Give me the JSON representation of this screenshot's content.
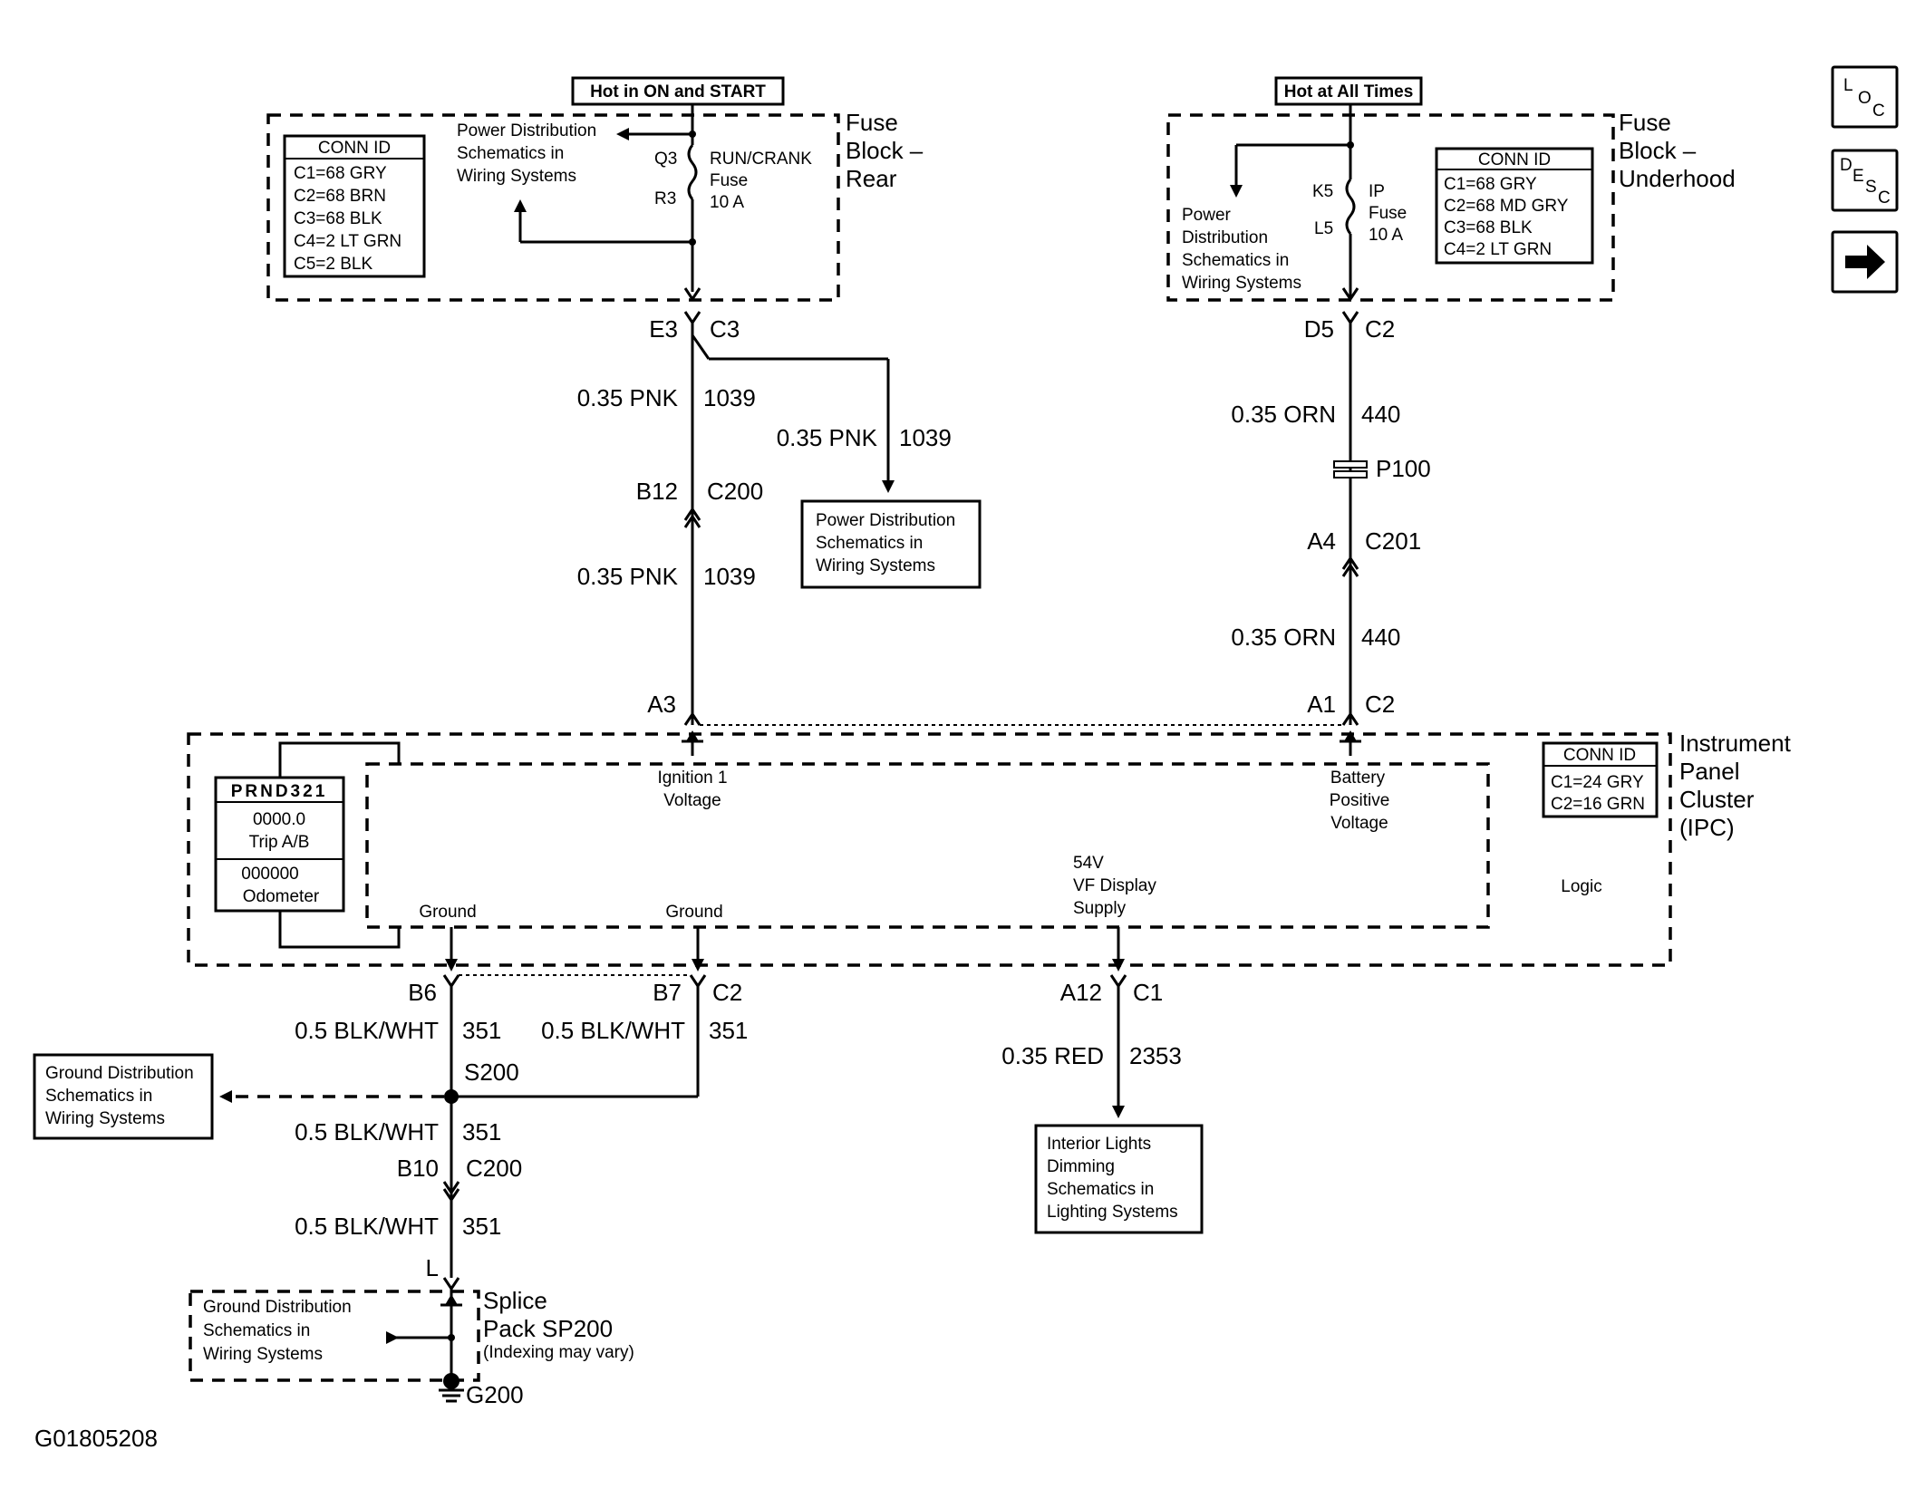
{
  "fuse_block_rear": {
    "hot_label": "Hot in ON and START",
    "title_lines": [
      "Fuse",
      "Block –",
      "Rear"
    ],
    "conn_id": {
      "title": "CONN ID",
      "rows": [
        "C1=68 GRY",
        "C2=68 BRN",
        "C3=68 BLK",
        "C4=2 LT GRN",
        "C5=2 BLK"
      ]
    },
    "power_dist_lines": [
      "Power Distribution",
      "Schematics in",
      "Wiring Systems"
    ],
    "pin_top": "Q3",
    "pin_bottom": "R3",
    "fuse_lines": [
      "RUN/CRANK",
      "Fuse",
      "10 A"
    ]
  },
  "fuse_block_underhood": {
    "hot_label": "Hot at All Times",
    "title_lines": [
      "Fuse",
      "Block –",
      "Underhood"
    ],
    "conn_id": {
      "title": "CONN ID",
      "rows": [
        "C1=68 GRY",
        "C2=68 MD GRY",
        "C3=68 BLK",
        "C4=2 LT GRN"
      ]
    },
    "power_dist_lines": [
      "Power",
      "Distribution",
      "Schematics in",
      "Wiring Systems"
    ],
    "pin_top": "K5",
    "pin_bottom": "L5",
    "fuse_lines": [
      "IP",
      "Fuse",
      "10 A"
    ]
  },
  "circuit_left": {
    "e3": "E3",
    "c3": "C3",
    "wire1": "0.35 PNK",
    "circ1": "1039",
    "branch_wire": "0.35 PNK",
    "branch_circ": "1039",
    "b12": "B12",
    "c200": "C200",
    "wire2": "0.35 PNK",
    "circ2": "1039",
    "a3": "A3",
    "pd_box_lines": [
      "Power Distribution",
      "Schematics in",
      "Wiring Systems"
    ]
  },
  "circuit_right": {
    "d5": "D5",
    "c2": "C2",
    "wire1": "0.35 ORN",
    "circ1": "440",
    "p100": "P100",
    "a4": "A4",
    "c201": "C201",
    "wire2": "0.35 ORN",
    "circ2": "440",
    "a1": "A1",
    "c2b": "C2"
  },
  "ipc": {
    "title_lines": [
      "Instrument",
      "Panel",
      "Cluster",
      "(IPC)"
    ],
    "conn_id": {
      "title": "CONN ID",
      "rows": [
        "C1=24 GRY",
        "C2=16 GRN"
      ]
    },
    "prnd": "PRND321",
    "trip_value": "0000.0",
    "trip_label": "Trip A/B",
    "odo_value": "000000",
    "odo_label": "Odometer",
    "ign_lines": [
      "Ignition 1",
      "Voltage"
    ],
    "bat_lines": [
      "Battery",
      "Positive",
      "Voltage"
    ],
    "vf_lines": [
      "54V",
      "VF Display",
      "Supply"
    ],
    "ground1": "Ground",
    "ground2": "Ground",
    "logic": "Logic"
  },
  "bottom": {
    "b6": "B6",
    "b7": "B7",
    "c2": "C2",
    "a12": "A12",
    "c1": "C1",
    "w1": "0.5 BLK/WHT",
    "c1n": "351",
    "w2": "0.5 BLK/WHT",
    "c2n": "351",
    "s200": "S200",
    "w3": "0.5 BLK/WHT",
    "c3n": "351",
    "b10": "B10",
    "c200": "C200",
    "w4": "0.5 BLK/WHT",
    "c4n": "351",
    "l": "L",
    "red_wire": "0.35 RED",
    "red_circ": "2353",
    "ground_box_lines": [
      "Ground Distribution",
      "Schematics in",
      "Wiring Systems"
    ],
    "lights_box_lines": [
      "Interior Lights",
      "Dimming",
      "Schematics in",
      "Lighting Systems"
    ],
    "splice_lines": [
      "Splice",
      "Pack SP200"
    ],
    "indexing": "(Indexing may vary)",
    "sp_ground_lines": [
      "Ground Distribution",
      "Schematics in",
      "Wiring Systems"
    ],
    "g200": "G200"
  },
  "figure_id": "G01805208",
  "nav": {
    "loc": [
      "L",
      "O",
      "C"
    ],
    "desc": [
      "D",
      "E",
      "S",
      "C"
    ]
  }
}
